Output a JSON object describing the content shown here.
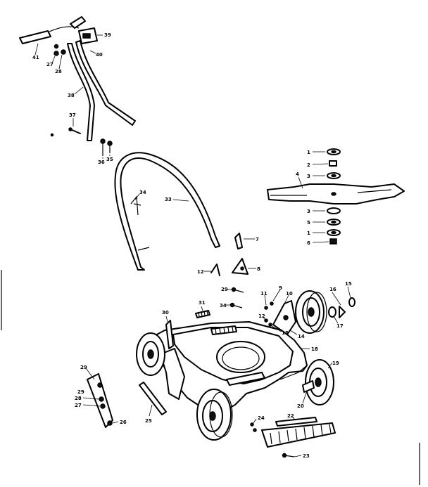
{
  "callouts": [
    {
      "id": "c1a",
      "text": "1"
    },
    {
      "id": "c2",
      "text": "2"
    },
    {
      "id": "c3a",
      "text": "3"
    },
    {
      "id": "c4",
      "text": "4"
    },
    {
      "id": "c3b",
      "text": "3"
    },
    {
      "id": "c5",
      "text": "5"
    },
    {
      "id": "c1b",
      "text": "1"
    },
    {
      "id": "c6",
      "text": "6"
    },
    {
      "id": "c7",
      "text": "7"
    },
    {
      "id": "c8",
      "text": "8"
    },
    {
      "id": "c9",
      "text": "9"
    },
    {
      "id": "c10",
      "text": "10"
    },
    {
      "id": "c11",
      "text": "11"
    },
    {
      "id": "c12a",
      "text": "12"
    },
    {
      "id": "c12b",
      "text": "12"
    },
    {
      "id": "c13",
      "text": "13"
    },
    {
      "id": "c14",
      "text": "14"
    },
    {
      "id": "c15",
      "text": "15"
    },
    {
      "id": "c16",
      "text": "16"
    },
    {
      "id": "c17",
      "text": "17"
    },
    {
      "id": "c18",
      "text": "18"
    },
    {
      "id": "c19",
      "text": "19"
    },
    {
      "id": "c20",
      "text": "20"
    },
    {
      "id": "c22",
      "text": "22"
    },
    {
      "id": "c23",
      "text": "23"
    },
    {
      "id": "c24",
      "text": "24"
    },
    {
      "id": "c25",
      "text": "25"
    },
    {
      "id": "c26",
      "text": "26"
    },
    {
      "id": "c27a",
      "text": "27"
    },
    {
      "id": "c27b",
      "text": "27"
    },
    {
      "id": "c28a",
      "text": "28"
    },
    {
      "id": "c28b",
      "text": "28"
    },
    {
      "id": "c29a",
      "text": "29"
    },
    {
      "id": "c29b",
      "text": "29"
    },
    {
      "id": "c29c",
      "text": "29"
    },
    {
      "id": "c30",
      "text": "30"
    },
    {
      "id": "c31",
      "text": "31"
    },
    {
      "id": "c33",
      "text": "33"
    },
    {
      "id": "c34a",
      "text": "34"
    },
    {
      "id": "c34b",
      "text": "34"
    },
    {
      "id": "c35",
      "text": "35"
    },
    {
      "id": "c36",
      "text": "36"
    },
    {
      "id": "c37",
      "text": "37"
    },
    {
      "id": "c38",
      "text": "38"
    },
    {
      "id": "c39",
      "text": "39"
    },
    {
      "id": "c40",
      "text": "40"
    },
    {
      "id": "c41",
      "text": "41"
    }
  ]
}
